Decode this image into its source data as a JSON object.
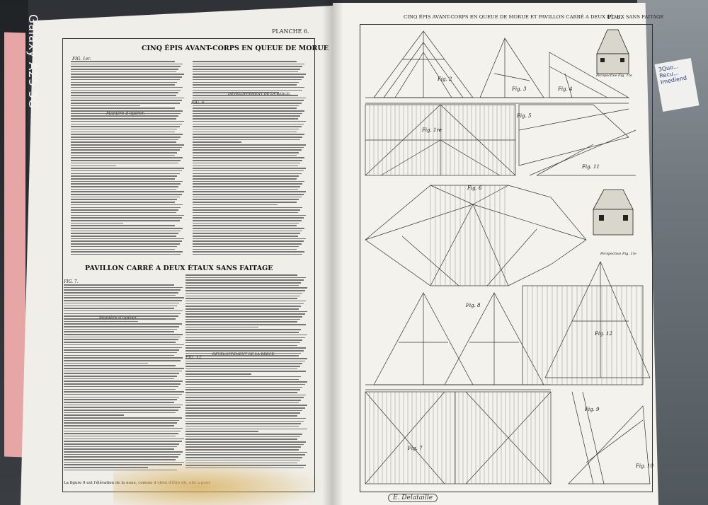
{
  "watermark": "Galaxy A25 5G",
  "left_page": {
    "plate_label": "PLANCHE 6.",
    "title_1": "CINQ ÉPIS AVANT-CORPS EN QUEUE DE MORUE",
    "fig_1": "FIG. 1er.",
    "fig_2": "FIG. 6",
    "sub_heading_1": "Manière d'opérer.",
    "sub_heading_2": "DÉVELOPPEMENT DE LA BERCE.",
    "title_2": "PAVILLON CARRÉ A DEUX ÉTAUX SANS FAITAGE",
    "fig_7": "FIG. 7.",
    "sub_heading_3": "Manière d'opérer.",
    "fig_12": "FIG. 12",
    "sub_heading_4": "DÉVELOPPEMENT DE LA BERCE.",
    "last_line": "La figure 9 est l'élévation de la noue, comme il vient d'être dit, elle a pour"
  },
  "right_page": {
    "header": "CINQ ÉPIS AVANT-CORPS EN QUEUE DE MORUE ET PAVILLON CARRÉ A DEUX ÉTAUX SANS FAITAGE",
    "plate_label": "Pl. 6.",
    "figure_labels": [
      "Fig. 2",
      "Fig. 3",
      "Fig. 4",
      "Fig. 5",
      "Fig. 1re",
      "Fig. 11",
      "Fig. 6",
      "Fig. 8",
      "Fig. 12",
      "Fig. 7",
      "Fig. 9",
      "Fig. 10"
    ],
    "perspective_1": "Perspective Fig. 1re",
    "perspective_2": "Perspective Fig. 1re",
    "signature": "E. Delataille"
  },
  "note_card": "3Quo... Recu... Imediend"
}
